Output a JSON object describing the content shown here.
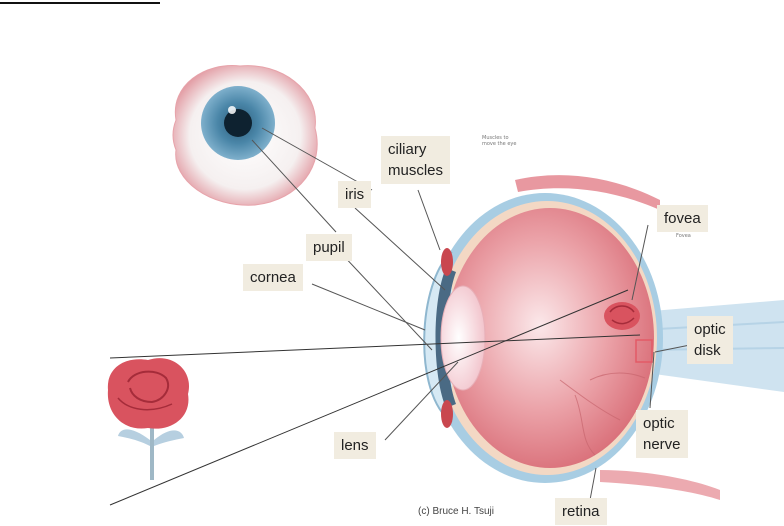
{
  "labels": {
    "ciliary_muscles": [
      "ciliary",
      "muscles"
    ],
    "iris": "iris",
    "pupil": "pupil",
    "cornea": "cornea",
    "fovea": "fovea",
    "optic_disk": [
      "optic",
      "disk"
    ],
    "optic_nerve": [
      "optic",
      "nerve"
    ],
    "lens": "lens",
    "retina": "retina"
  },
  "small_text": {
    "muscles_to_move": [
      "Muscles to",
      "move the eye"
    ],
    "fovea_small": "Fovea"
  },
  "credit": "(c) Bruce H. Tsuji",
  "colors": {
    "label_box": "#f1ece0",
    "eye_interior": "#e08a90",
    "sclera_blue": "#a8cde3",
    "rose": "#d9535f",
    "leader_line": "#555555"
  }
}
